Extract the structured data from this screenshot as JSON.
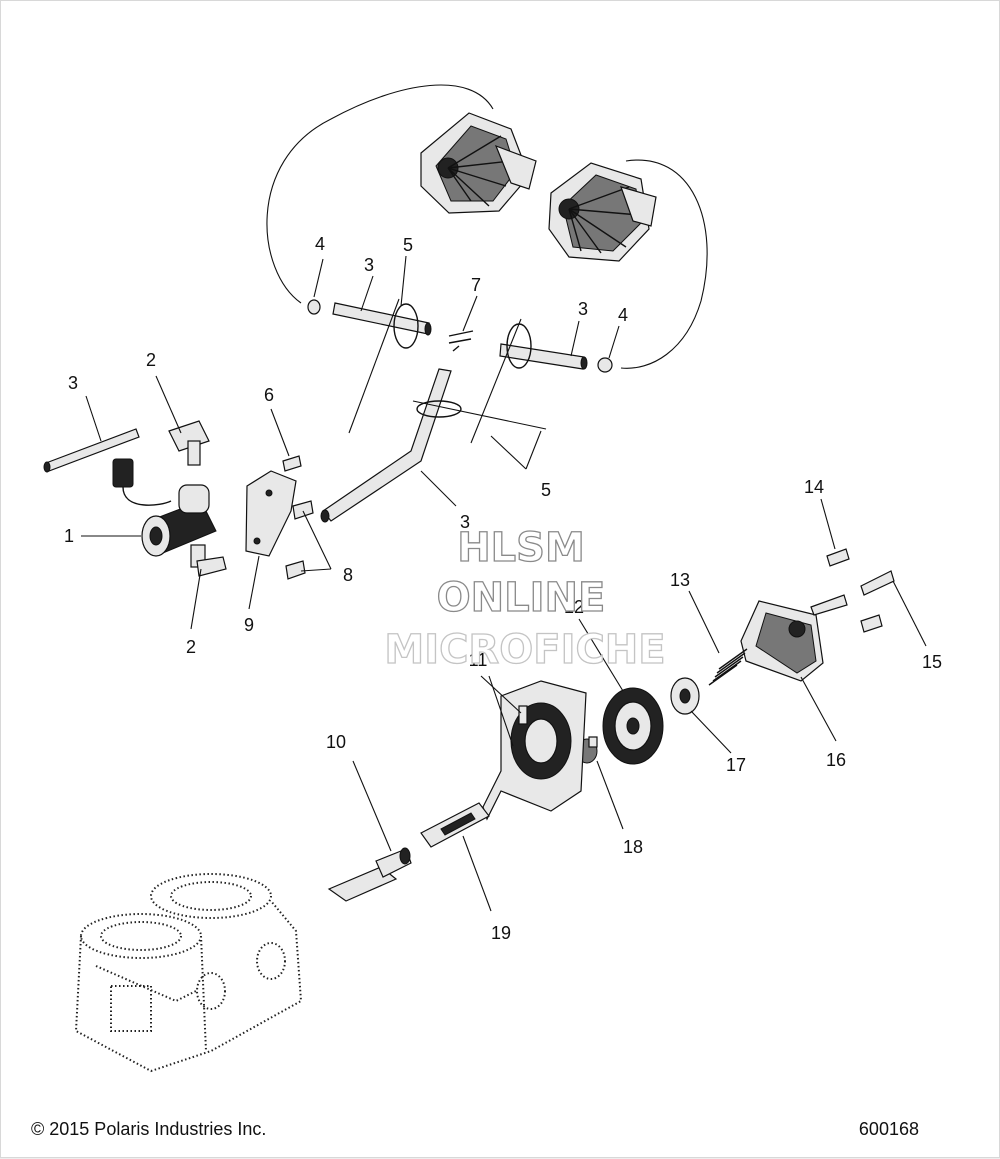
{
  "callouts": {
    "c1": "1",
    "c2a": "2",
    "c2b": "2",
    "c3a": "3",
    "c3b": "3",
    "c3c": "3",
    "c3d": "3",
    "c4a": "4",
    "c4b": "4",
    "c5a": "5",
    "c5b": "5",
    "c6": "6",
    "c7": "7",
    "c8": "8",
    "c9": "9",
    "c10": "10",
    "c11": "11",
    "c12": "12",
    "c13": "13",
    "c14": "14",
    "c15": "15",
    "c16": "16",
    "c17": "17",
    "c18": "18",
    "c19": "19"
  },
  "watermark": {
    "line1": "HLSM",
    "line2": "ONLINE",
    "line3": "MICROFICHE"
  },
  "footer": {
    "copyright": "© 2015 Polaris Industries Inc.",
    "figure_id": "600168"
  }
}
